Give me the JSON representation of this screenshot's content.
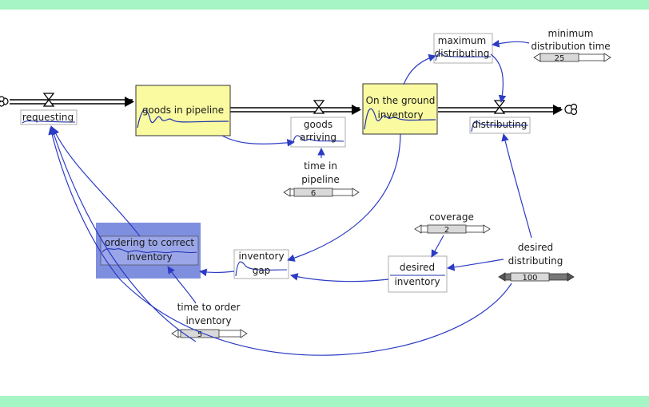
{
  "colors": {
    "frame": "#a6f5c4",
    "stock_fill": "#fafaa0",
    "highlight": "#7f8fdf",
    "link": "#2b3bc4",
    "spark": "#2030b0"
  },
  "stocks": {
    "goods_in_pipeline": "goods in pipeline",
    "on_the_ground_inventory": [
      "On the ground",
      "inventory"
    ]
  },
  "flows": {
    "requesting": "requesting",
    "goods_arriving": [
      "goods",
      "arriving"
    ],
    "distributing": "distributing"
  },
  "auxiliaries": {
    "maximum_distributing": [
      "maximum",
      "distributing"
    ],
    "minimum_distribution_time": [
      "minimum",
      "distribution time"
    ],
    "time_in_pipeline": [
      "time in",
      "pipeline"
    ],
    "coverage": "coverage",
    "desired_distributing": [
      "desired",
      "distributing"
    ],
    "desired_inventory": [
      "desired",
      "inventory"
    ],
    "inventory_gap": [
      "inventory",
      "gap"
    ],
    "ordering_to_correct_inventory": [
      "ordering to correct",
      "inventory"
    ],
    "time_to_order_inventory": [
      "time to order",
      "inventory"
    ]
  },
  "sliders": {
    "minimum_distribution_time": "25",
    "time_in_pipeline": "6",
    "coverage": "2",
    "desired_distributing": "100",
    "time_to_order_inventory": "5"
  }
}
